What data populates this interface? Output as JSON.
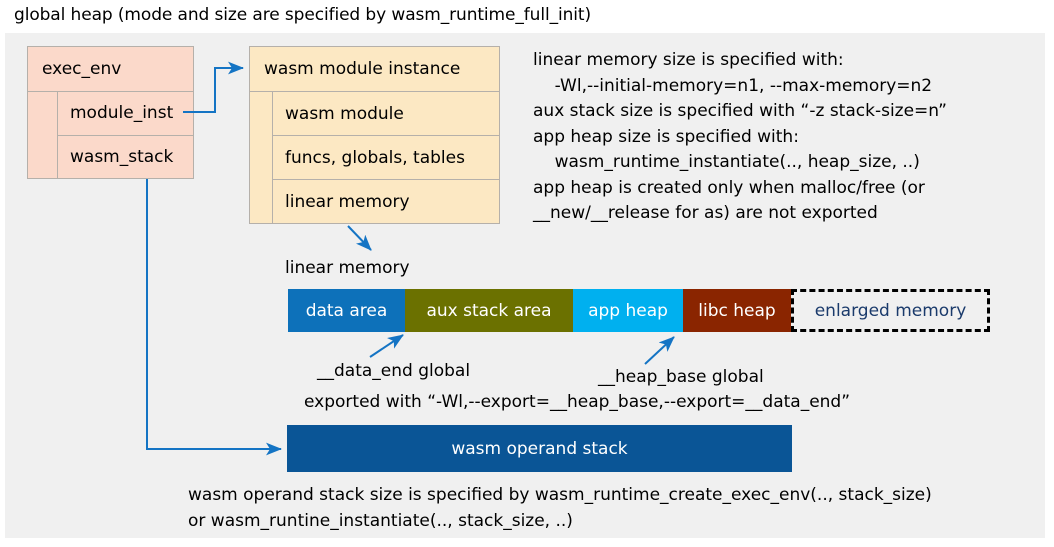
{
  "title": "global heap (mode and size are specified by wasm_runtime_full_init)",
  "exec_env": {
    "header": "exec_env",
    "fields": [
      "module_inst",
      "wasm_stack"
    ]
  },
  "module_instance": {
    "header": "wasm module instance",
    "fields": [
      "wasm module",
      "funcs, globals, tables",
      "linear memory"
    ]
  },
  "notes": {
    "memory": "linear memory size is specified with:\n    -Wl,--initial-memory=n1, --max-memory=n2\naux stack size is specified with “-z stack-size=n”\napp heap size is specified with:\n    wasm_runtime_instantiate(.., heap_size, ..)\napp heap is created only when malloc/free (or\n__new/__release for as) are not exported",
    "operand_stack": "wasm operand stack size is specified by wasm_runtime_create_exec_env(.., stack_size)\nor wasm_runtine_instantiate(.., stack_size, ..)"
  },
  "linear_memory": {
    "label": "linear memory",
    "segments": [
      {
        "label": "data area",
        "color": "#0d71ba",
        "width": 117
      },
      {
        "label": "aux stack area",
        "color": "#6b7100",
        "width": 168
      },
      {
        "label": "app heap",
        "color": "#00b0ef",
        "width": 110
      },
      {
        "label": "libc heap",
        "color": "#8a2500",
        "width": 108
      },
      {
        "label": "enlarged memory",
        "color": "#f0f0f0",
        "width": 199
      }
    ]
  },
  "annotations": {
    "data_end": "__data_end global",
    "heap_base": "__heap_base global",
    "exported": "exported with “-Wl,--export=__heap_base,--export=__data_end”"
  },
  "operand_stack": {
    "label": "wasm operand stack"
  },
  "colors": {
    "panel_bg": "#f0f0f0",
    "exec_env_fill": "#fbd9ca",
    "module_fill": "#fce8c3",
    "box_border": "#b5b0aa",
    "arrow": "#1474c4",
    "operand_stack_fill": "#0a5596",
    "enlarged_text": "#1a3a6b"
  }
}
